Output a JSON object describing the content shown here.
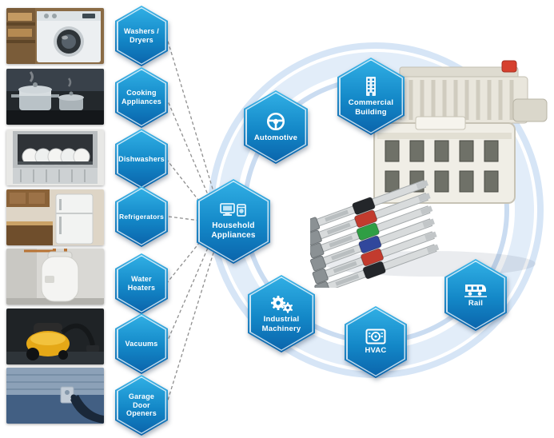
{
  "hub": {
    "label": "Household\nAppliances",
    "icon": "appliances-icon"
  },
  "categories": [
    {
      "label": "Washers /\nDryers",
      "photo": "washer-dryer-photo"
    },
    {
      "label": "Cooking\nAppliances",
      "photo": "cooking-appliances-photo"
    },
    {
      "label": "Dishwashers",
      "photo": "dishwasher-photo"
    },
    {
      "label": "Refrigerators",
      "photo": "refrigerator-photo"
    },
    {
      "label": "Water\nHeaters",
      "photo": "water-heater-photo"
    },
    {
      "label": "Vacuums",
      "photo": "vacuum-photo"
    },
    {
      "label": "Garage\nDoor\nOpeners",
      "photo": "garage-door-opener-photo"
    }
  ],
  "applications": [
    {
      "label": "Automotive",
      "icon": "steering-wheel-icon"
    },
    {
      "label": "Commercial\nBuilding",
      "icon": "office-building-icon"
    },
    {
      "label": "Rail",
      "icon": "train-icon"
    },
    {
      "label": "HVAC",
      "icon": "air-conditioner-icon"
    },
    {
      "label": "Industrial\nMachinery",
      "icon": "gears-icon"
    }
  ],
  "product": {
    "image": "wire-to-board-connector-photo",
    "wire_colors": [
      "#23262a",
      "#c23b2e",
      "#2f9e44",
      "#31479c",
      "#c23b2e",
      "#23262a"
    ]
  },
  "colors": {
    "hex_gradient_top": "#2fb0e6",
    "hex_gradient_bottom": "#0b66ad",
    "ring": "#c9dcf2",
    "dashed_line": "#909090",
    "background": "#ffffff"
  }
}
